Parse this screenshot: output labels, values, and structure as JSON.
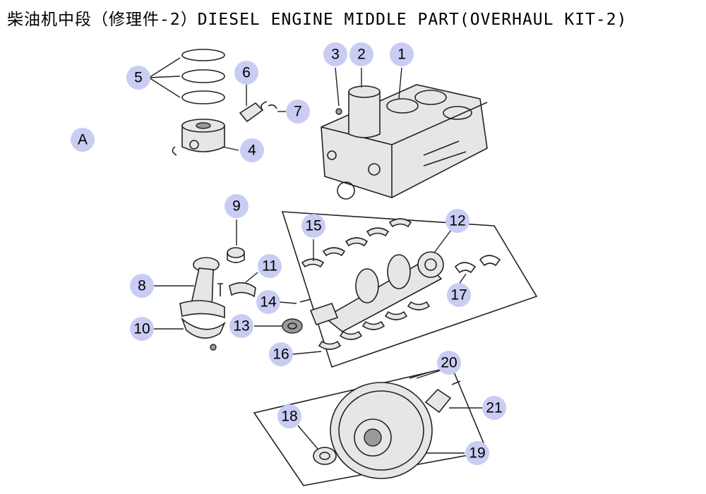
{
  "title": "柴油机中段（修理件-2）DIESEL ENGINE MIDDLE PART(OVERHAUL KIT-2)",
  "section_label": "A",
  "callouts": [
    {
      "id": "c1",
      "label": "1"
    },
    {
      "id": "c2",
      "label": "2"
    },
    {
      "id": "c3",
      "label": "3"
    },
    {
      "id": "c4",
      "label": "4"
    },
    {
      "id": "c5",
      "label": "5"
    },
    {
      "id": "c6",
      "label": "6"
    },
    {
      "id": "c7",
      "label": "7"
    },
    {
      "id": "c8",
      "label": "8"
    },
    {
      "id": "c9",
      "label": "9"
    },
    {
      "id": "c10",
      "label": "10"
    },
    {
      "id": "c11",
      "label": "11"
    },
    {
      "id": "c12",
      "label": "12"
    },
    {
      "id": "c13",
      "label": "13"
    },
    {
      "id": "c14",
      "label": "14"
    },
    {
      "id": "c15",
      "label": "15"
    },
    {
      "id": "c16",
      "label": "16"
    },
    {
      "id": "c17",
      "label": "17"
    },
    {
      "id": "c18",
      "label": "18"
    },
    {
      "id": "c19",
      "label": "19"
    },
    {
      "id": "c20",
      "label": "20"
    },
    {
      "id": "c21",
      "label": "21"
    }
  ],
  "colors": {
    "callout_fill": "#c9cdf3",
    "line": "#222222"
  }
}
